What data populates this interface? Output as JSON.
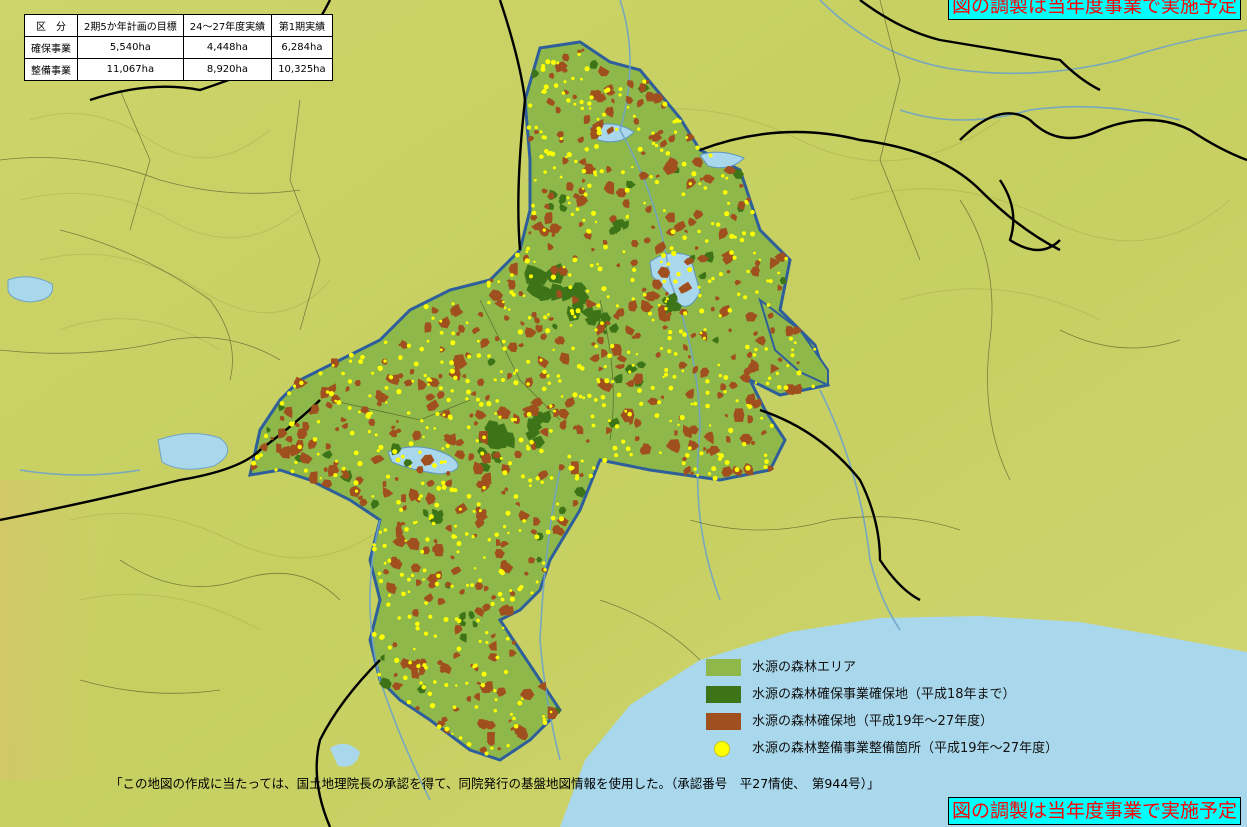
{
  "table": {
    "headers": [
      "区　分",
      "2期5か年計画の目標",
      "24～27年度実績",
      "第1期実績"
    ],
    "rows": [
      [
        "確保事業",
        "5,540ha",
        "4,448ha",
        "6,284ha"
      ],
      [
        "整備事業",
        "11,067ha",
        "8,920ha",
        "10,325ha"
      ]
    ]
  },
  "legend": [
    {
      "label": "水源の森林エリア",
      "color": "#8fb84a"
    },
    {
      "label": "水源の森林確保事業確保地（平成18年まで）",
      "color": "#3e7418"
    },
    {
      "label": "水源の森林確保地（平成19年～27年度）",
      "color": "#a0501e"
    },
    {
      "label": "水源の森林整備事業整備箇所（平成19年～27年度）",
      "color": "#ffff00"
    }
  ],
  "credit": "「この地図の作成に当たっては、国土地理院長の承認を得て、同院発行の基盤地図情報を使用した。（承認番号　平27情使、　第944号）」",
  "banners": {
    "top": "図の調製は当年度事業で実施予定",
    "bottom": "図の調製は当年度事業で実施予定"
  },
  "colors": {
    "land": "#c9d166",
    "sea": "#a9d8ec",
    "forest_area": "#8fb84a",
    "forest_secured_pre19": "#3e7418",
    "forest_secured_19_27": "#a0501e",
    "maintenance_site": "#ffff00",
    "boundary": "#000000",
    "area_outline": "#2f5f9a",
    "banner_bg": "#00ffff",
    "banner_text": "#ff0000"
  }
}
